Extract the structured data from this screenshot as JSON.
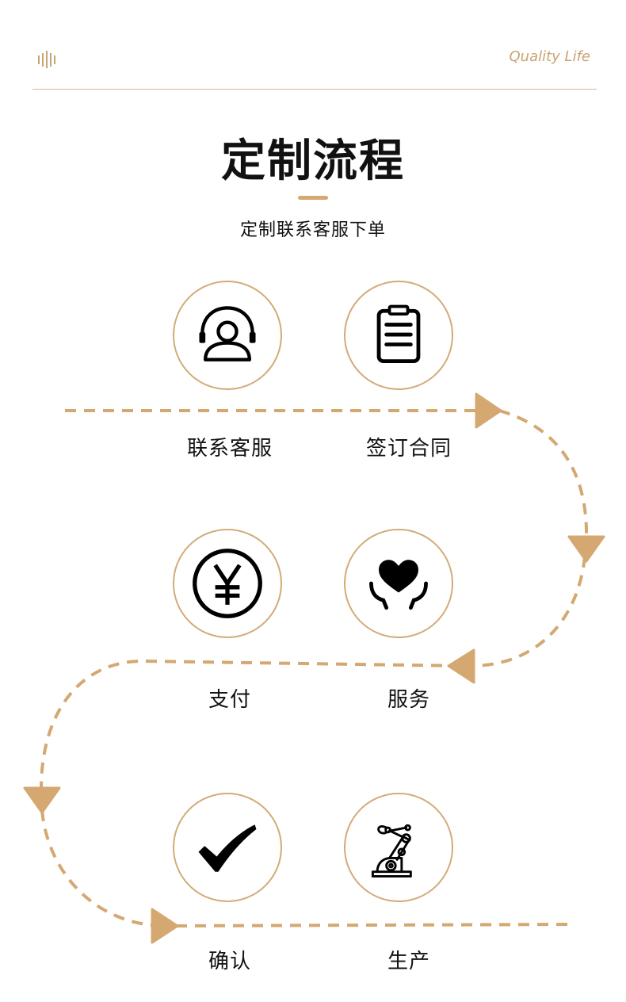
{
  "header": {
    "tagline": "Quality Life"
  },
  "title": "定制流程",
  "subtitle": "定制联系客服下单",
  "steps": [
    {
      "label": "联系客服",
      "icon": "headset-support-icon"
    },
    {
      "label": "签订合同",
      "icon": "clipboard-icon"
    },
    {
      "label": "支付",
      "icon": "yuan-coin-icon"
    },
    {
      "label": "服务",
      "icon": "heart-hands-icon"
    },
    {
      "label": "确认",
      "icon": "checkmark-icon"
    },
    {
      "label": "生产",
      "icon": "robot-arm-icon"
    }
  ],
  "colors": {
    "accent": "#d4a870",
    "circle_border": "#d2ab78",
    "tagline": "#c9a472",
    "divider": "#d9b98e",
    "text": "#111111"
  }
}
